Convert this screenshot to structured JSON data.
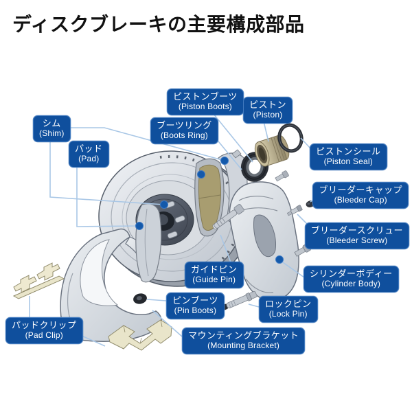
{
  "title": "ディスクブレーキの主要構成部品",
  "colors": {
    "label_background": "#0f4f9d",
    "label_border": "#4079be",
    "label_text": "#ffffff",
    "leader_line": "#a9c7e6",
    "marker_dot": "#1459aa",
    "title_text": "#111111"
  },
  "labels": {
    "shim": {
      "jp": "シム",
      "en": "(Shim)"
    },
    "pad": {
      "jp": "パッド",
      "en": "(Pad)"
    },
    "piston_boots": {
      "jp": "ピストンブーツ",
      "en": "(Piston Boots)"
    },
    "boots_ring": {
      "jp": "ブーツリング",
      "en": "(Boots Ring)"
    },
    "piston": {
      "jp": "ピストン",
      "en": "(Piston)"
    },
    "piston_seal": {
      "jp": "ピストンシール",
      "en": "(Piston Seal)"
    },
    "bleeder_cap": {
      "jp": "ブリーダーキャップ",
      "en": "(Bleeder Cap)"
    },
    "bleeder_screw": {
      "jp": "ブリーダースクリュー",
      "en": "(Bleeder Screw)"
    },
    "cylinder_body": {
      "jp": "シリンダーボディー",
      "en": "(Cylinder Body)"
    },
    "guide_pin": {
      "jp": "ガイドピン",
      "en": "(Guide Pin)"
    },
    "pin_boots": {
      "jp": "ピンブーツ",
      "en": "(Pin Boots)"
    },
    "lock_pin": {
      "jp": "ロックピン",
      "en": "(Lock Pin)"
    },
    "pad_clip": {
      "jp": "パッドクリップ",
      "en": "(Pad Clip)"
    },
    "mounting_bracket": {
      "jp": "マウンティングブラケット",
      "en": "(Mounting Bracket)"
    }
  }
}
